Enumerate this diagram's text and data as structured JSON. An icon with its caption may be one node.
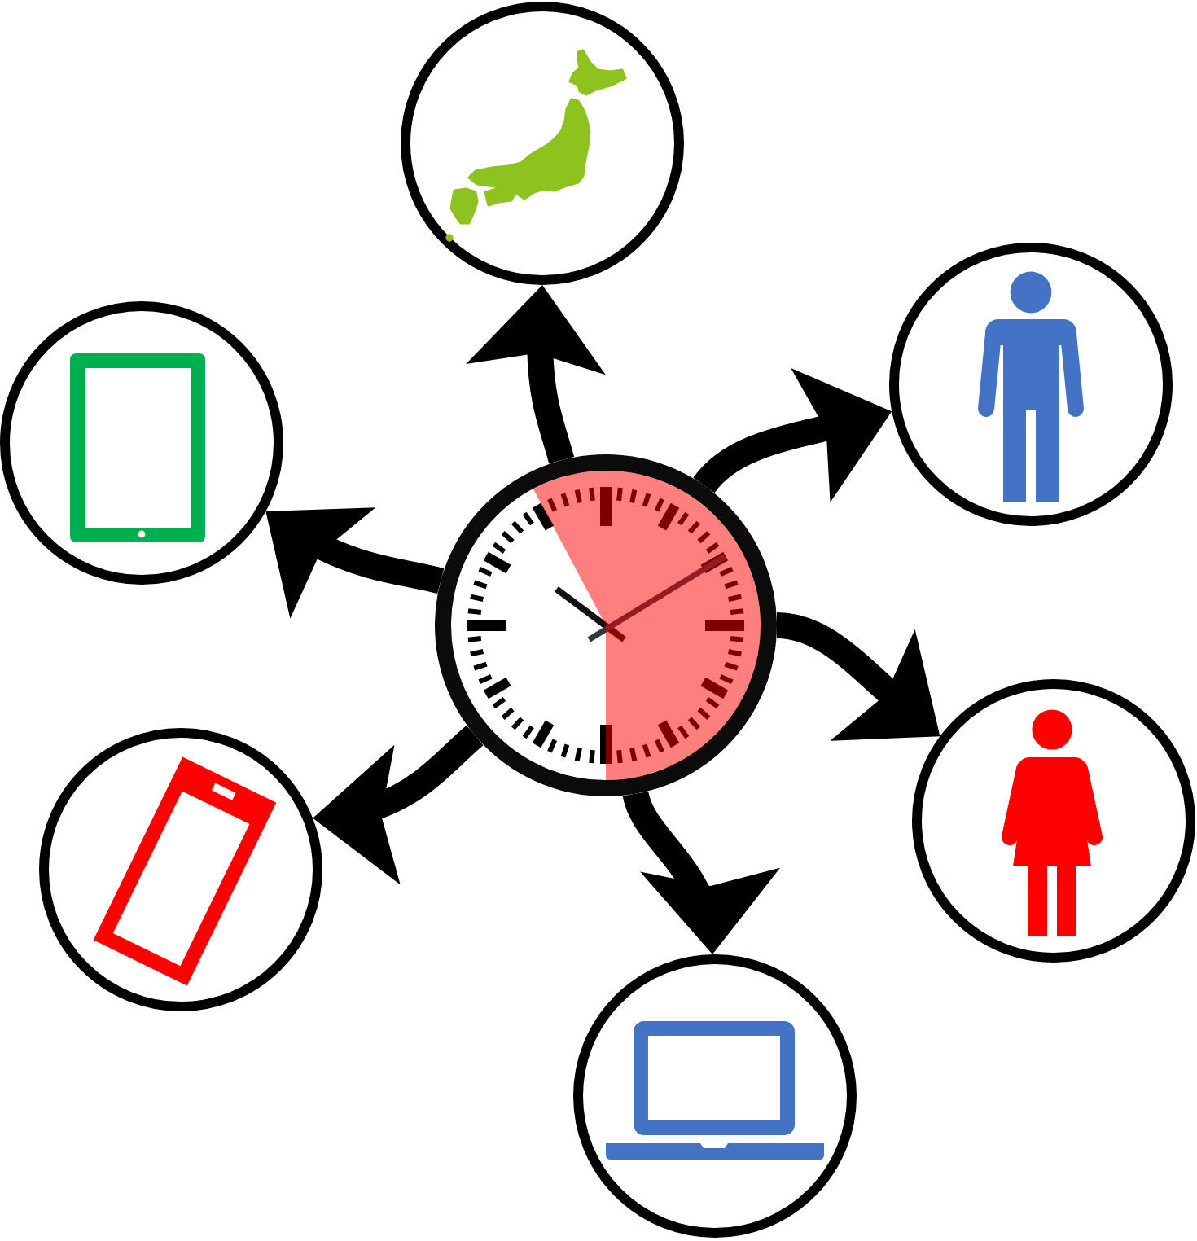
{
  "diagram": {
    "nodes": [
      {
        "text": [],
        "shape": "picture"
      },
      {
        "text": [],
        "shape": "circle"
      },
      {
        "text": [],
        "shape": "circle"
      },
      {
        "text": [],
        "shape": "circle"
      },
      {
        "text": [],
        "shape": "circle"
      },
      {
        "text": [],
        "shape": "circle"
      },
      {
        "text": [],
        "shape": "circle"
      }
    ],
    "edges": [
      {
        "from": 0,
        "to": 1,
        "arrow": "to"
      },
      {
        "from": 0,
        "to": 2,
        "arrow": "to"
      },
      {
        "from": 0,
        "to": 3,
        "arrow": "to"
      },
      {
        "from": 0,
        "to": 4,
        "arrow": "to"
      },
      {
        "from": 0,
        "to": 5,
        "arrow": "to"
      },
      {
        "from": 0,
        "to": 6,
        "arrow": "to"
      }
    ]
  }
}
